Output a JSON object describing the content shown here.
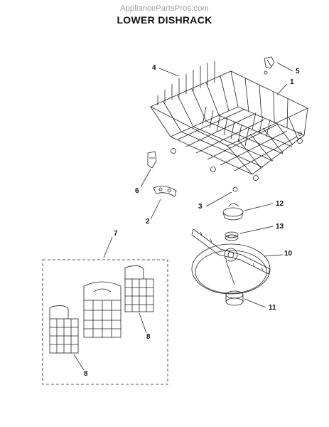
{
  "watermark": "AppliancePartsPros.com",
  "title": "LOWER DISHRACK",
  "callouts": {
    "c1": "1",
    "c2": "2",
    "c3": "3",
    "c4": "4",
    "c5": "5",
    "c6": "6",
    "c7": "7",
    "c8a": "8",
    "c8b": "8",
    "c10": "10",
    "c11": "11",
    "c12": "12",
    "c13": "13"
  }
}
